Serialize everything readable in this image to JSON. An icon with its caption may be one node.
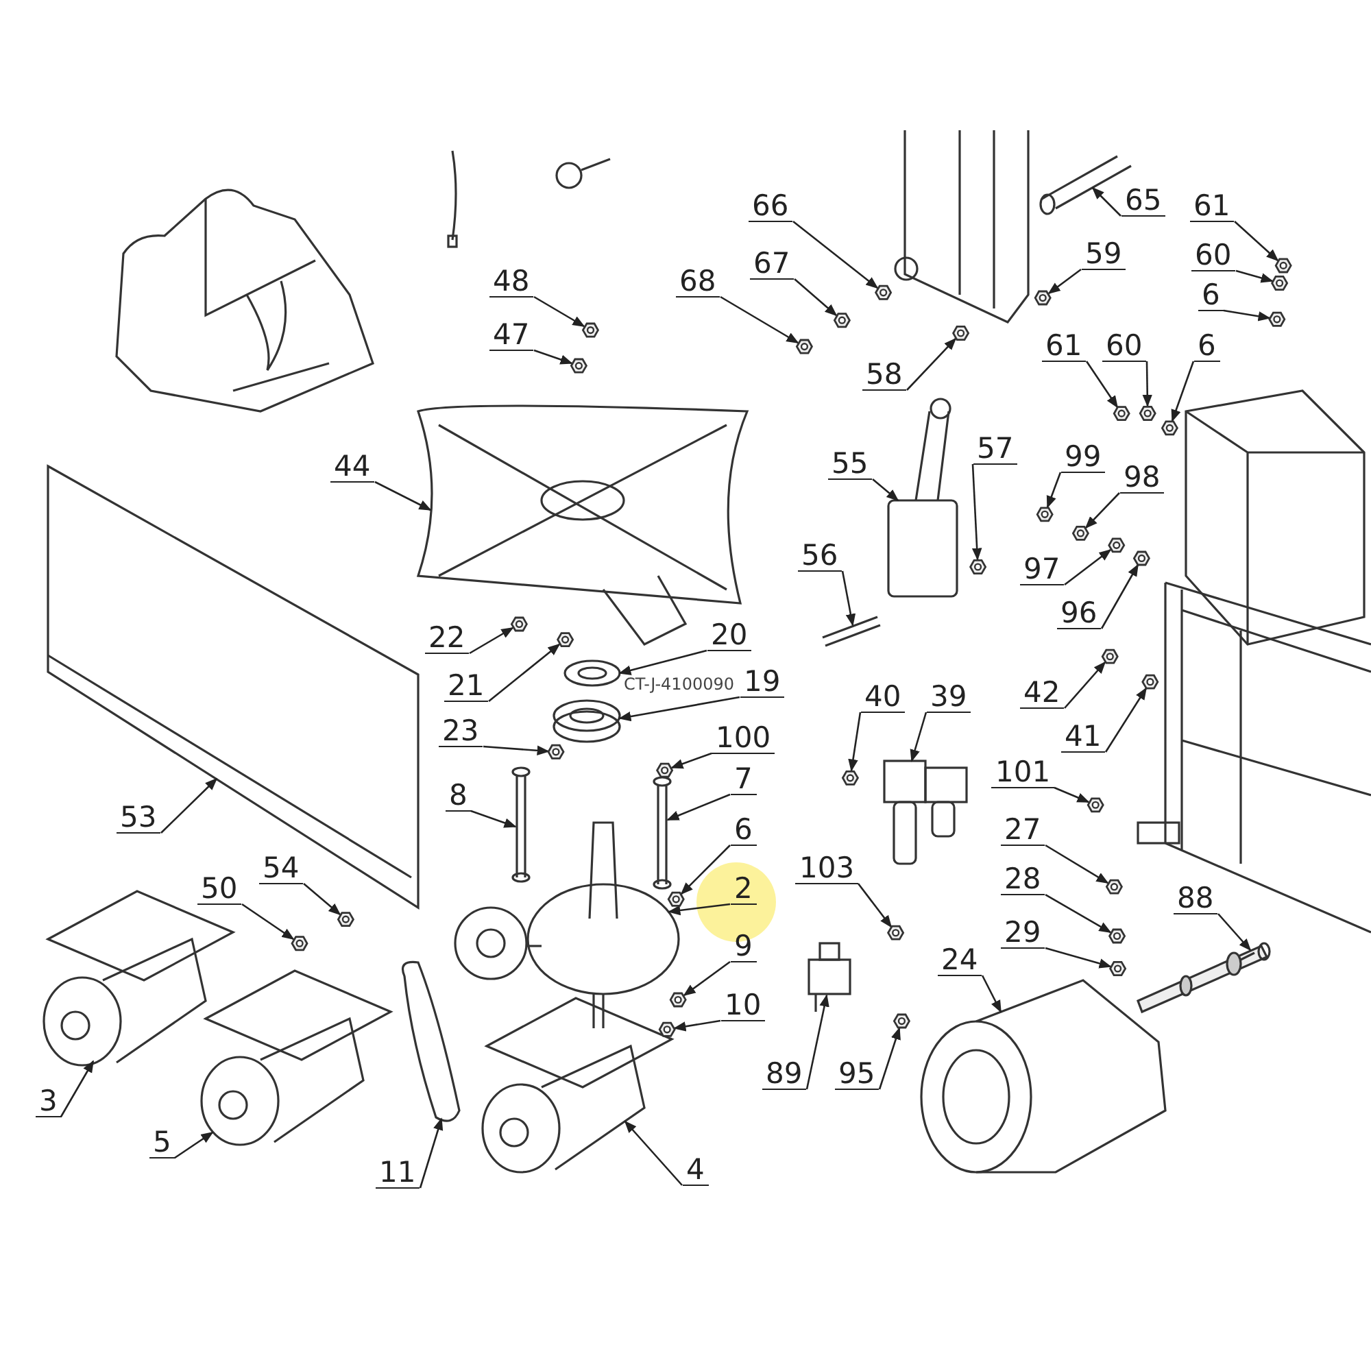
{
  "diagram": {
    "nodes": [
      {
        "text": [
          "65"
        ]
      },
      {
        "text": [
          "66"
        ]
      },
      {
        "text": [
          "61"
        ]
      },
      {
        "text": [
          "59"
        ]
      },
      {
        "text": [
          "67"
        ]
      },
      {
        "text": [
          "60"
        ]
      },
      {
        "text": [
          "48"
        ]
      },
      {
        "text": [
          "68"
        ]
      },
      {
        "text": [
          "6"
        ]
      },
      {
        "text": [
          "47"
        ]
      },
      {
        "text": [
          "61"
        ]
      },
      {
        "text": [
          "60"
        ]
      },
      {
        "text": [
          "6"
        ]
      },
      {
        "text": [
          "58"
        ]
      },
      {
        "text": [
          "44"
        ]
      },
      {
        "text": [
          "55"
        ]
      },
      {
        "text": [
          "57"
        ]
      },
      {
        "text": [
          "99"
        ]
      },
      {
        "text": [
          "98"
        ]
      },
      {
        "text": [
          "97"
        ]
      },
      {
        "text": [
          "56"
        ]
      },
      {
        "text": [
          "96"
        ]
      },
      {
        "text": [
          "22"
        ]
      },
      {
        "text": [
          "20"
        ]
      },
      {
        "text": [
          "21"
        ]
      },
      {
        "text": [
          "19"
        ]
      },
      {
        "text": [
          "42"
        ]
      },
      {
        "text": [
          "39"
        ]
      },
      {
        "text": [
          "40"
        ]
      },
      {
        "text": [
          "41"
        ]
      },
      {
        "text": [
          "23"
        ]
      },
      {
        "text": [
          "100"
        ]
      },
      {
        "text": [
          "101"
        ]
      },
      {
        "text": [
          "8"
        ]
      },
      {
        "text": [
          "7"
        ]
      },
      {
        "text": [
          "53"
        ]
      },
      {
        "text": [
          "6"
        ]
      },
      {
        "text": [
          "27"
        ]
      },
      {
        "text": [
          "54"
        ]
      },
      {
        "text": [
          "103"
        ]
      },
      {
        "text": [
          "2"
        ]
      },
      {
        "text": [
          "28"
        ]
      },
      {
        "text": [
          "50"
        ]
      },
      {
        "text": [
          "88"
        ]
      },
      {
        "text": [
          "29"
        ]
      },
      {
        "text": [
          "9"
        ]
      },
      {
        "text": [
          "24"
        ]
      },
      {
        "text": [
          "10"
        ]
      },
      {
        "text": [
          "89"
        ]
      },
      {
        "text": [
          "95"
        ]
      },
      {
        "text": [
          "3"
        ]
      },
      {
        "text": [
          "5"
        ]
      },
      {
        "text": [
          "11"
        ]
      },
      {
        "text": [
          "4"
        ]
      },
      {
        "text": [],
        "shape": "picture"
      },
      {
        "text": [],
        "shape": "picture"
      },
      {
        "text": [],
        "shape": "picture"
      },
      {
        "text": [],
        "shape": "picture"
      },
      {
        "text": [],
        "shape": "picture"
      },
      {
        "text": [],
        "shape": "picture"
      },
      {
        "text": [],
        "shape": "picture"
      },
      {
        "text": [],
        "shape": "picture"
      },
      {
        "text": [],
        "shape": "picture"
      },
      {
        "text": [],
        "shape": "picture"
      },
      {
        "text": [],
        "shape": "picture"
      },
      {
        "text": [],
        "shape": "picture"
      },
      {
        "text": [],
        "shape": "picture"
      },
      {
        "text": [],
        "shape": "picture"
      },
      {
        "text": [],
        "shape": "picture"
      },
      {
        "text": [],
        "shape": "picture"
      },
      {
        "text": [],
        "shape": "picture"
      },
      {
        "text": [],
        "shape": "picture"
      },
      {
        "text": [],
        "shape": "picture"
      },
      {
        "text": [],
        "shape": "picture"
      },
      {
        "text": [],
        "shape": "picture"
      },
      {
        "text": [],
        "shape": "picture"
      },
      {
        "text": [],
        "shape": "picture"
      },
      {
        "text": [],
        "shape": "picture"
      },
      {
        "text": [],
        "shape": "picture"
      },
      {
        "text": [],
        "shape": "picture"
      },
      {
        "text": [],
        "shape": "picture"
      },
      {
        "text": [],
        "shape": "picture"
      },
      {
        "text": [],
        "shape": "picture"
      },
      {
        "text": [],
        "shape": "picture"
      },
      {
        "text": [],
        "shape": "picture"
      },
      {
        "text": [],
        "shape": "picture"
      },
      {
        "text": [],
        "shape": "picture"
      },
      {
        "text": [],
        "shape": "picture"
      },
      {
        "text": [],
        "shape": "picture"
      },
      {
        "text": [],
        "shape": "picture"
      },
      {
        "text": [],
        "shape": "picture"
      },
      {
        "text": [],
        "shape": "picture"
      },
      {
        "text": [],
        "shape": "picture"
      },
      {
        "text": [],
        "shape": "picture"
      },
      {
        "text": [],
        "shape": "picture"
      },
      {
        "text": [],
        "shape": "picture"
      },
      {
        "text": [],
        "shape": "picture"
      },
      {
        "text": [],
        "shape": "picture"
      },
      {
        "text": [],
        "shape": "picture"
      },
      {
        "text": [],
        "shape": "picture"
      },
      {
        "text": [],
        "shape": "picture"
      },
      {
        "text": [],
        "shape": "picture"
      },
      {
        "text": [],
        "shape": "picture"
      },
      {
        "text": [],
        "shape": "picture"
      },
      {
        "text": [],
        "shape": "picture"
      },
      {
        "text": [],
        "shape": "picture"
      },
      {
        "text": [],
        "shape": "picture"
      },
      {
        "text": [],
        "shape": "picture"
      }
    ],
    "edges": [
      {
        "from": 0,
        "to": 54,
        "arrow": "to"
      },
      {
        "from": 1,
        "to": 55,
        "arrow": "to"
      },
      {
        "from": 2,
        "to": 56,
        "arrow": "to"
      },
      {
        "from": 3,
        "to": 57,
        "arrow": "to"
      },
      {
        "from": 4,
        "to": 58,
        "arrow": "to"
      },
      {
        "from": 5,
        "to": 59,
        "arrow": "to"
      },
      {
        "from": 6,
        "to": 60,
        "arrow": "to"
      },
      {
        "from": 7,
        "to": 61,
        "arrow": "to"
      },
      {
        "from": 8,
        "to": 62,
        "arrow": "to"
      },
      {
        "from": 9,
        "to": 63,
        "arrow": "to"
      },
      {
        "from": 10,
        "to": 64,
        "arrow": "to"
      },
      {
        "from": 11,
        "to": 65,
        "arrow": "to"
      },
      {
        "from": 12,
        "to": 66,
        "arrow": "to"
      },
      {
        "from": 13,
        "to": 67,
        "arrow": "to"
      },
      {
        "from": 14,
        "to": 68,
        "arrow": "to"
      },
      {
        "from": 15,
        "to": 69,
        "arrow": "to"
      },
      {
        "from": 16,
        "to": 70,
        "arrow": "to"
      },
      {
        "from": 17,
        "to": 71,
        "arrow": "to"
      },
      {
        "from": 18,
        "to": 72,
        "arrow": "to"
      },
      {
        "from": 19,
        "to": 73,
        "arrow": "to"
      },
      {
        "from": 20,
        "to": 74,
        "arrow": "to"
      },
      {
        "from": 21,
        "to": 75,
        "arrow": "to"
      },
      {
        "from": 22,
        "to": 76,
        "arrow": "to"
      },
      {
        "from": 23,
        "to": 77,
        "arrow": "to"
      },
      {
        "from": 24,
        "to": 78,
        "arrow": "to"
      },
      {
        "from": 25,
        "to": 79,
        "arrow": "to"
      },
      {
        "from": 26,
        "to": 80,
        "arrow": "to"
      },
      {
        "from": 27,
        "to": 81,
        "arrow": "to"
      },
      {
        "from": 28,
        "to": 82,
        "arrow": "to"
      },
      {
        "from": 29,
        "to": 83,
        "arrow": "to"
      },
      {
        "from": 30,
        "to": 84,
        "arrow": "to"
      },
      {
        "from": 31,
        "to": 85,
        "arrow": "to"
      },
      {
        "from": 32,
        "to": 86,
        "arrow": "to"
      },
      {
        "from": 33,
        "to": 87,
        "arrow": "to"
      },
      {
        "from": 34,
        "to": 88,
        "arrow": "to"
      },
      {
        "from": 35,
        "to": 89,
        "arrow": "to"
      },
      {
        "from": 36,
        "to": 90,
        "arrow": "to"
      },
      {
        "from": 37,
        "to": 91,
        "arrow": "to"
      },
      {
        "from": 38,
        "to": 92,
        "arrow": "to"
      },
      {
        "from": 39,
        "to": 93,
        "arrow": "to"
      },
      {
        "from": 40,
        "to": 94,
        "arrow": "to"
      },
      {
        "from": 41,
        "to": 95,
        "arrow": "to"
      },
      {
        "from": 42,
        "to": 96,
        "arrow": "to"
      },
      {
        "from": 43,
        "to": 97,
        "arrow": "to"
      },
      {
        "from": 44,
        "to": 98,
        "arrow": "to"
      },
      {
        "from": 45,
        "to": 99,
        "arrow": "to"
      },
      {
        "from": 46,
        "to": 100,
        "arrow": "to"
      },
      {
        "from": 47,
        "to": 101,
        "arrow": "to"
      },
      {
        "from": 48,
        "to": 102,
        "arrow": "to"
      },
      {
        "from": 49,
        "to": 103,
        "arrow": "to"
      },
      {
        "from": 50,
        "to": 104,
        "arrow": "to"
      },
      {
        "from": 51,
        "to": 105,
        "arrow": "to"
      },
      {
        "from": 52,
        "to": 106,
        "arrow": "to"
      },
      {
        "from": 53,
        "to": 107,
        "arrow": "to"
      }
    ],
    "labels": [
      "CT-J-4100090"
    ]
  }
}
